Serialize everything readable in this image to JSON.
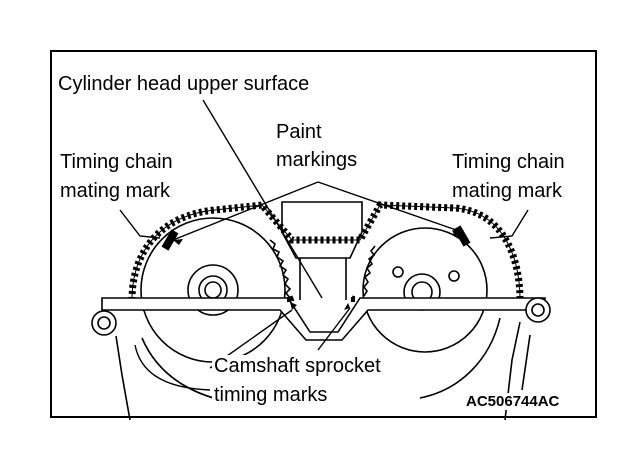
{
  "figure_code": "AC506744AC",
  "labels": {
    "cylinder_head": "Cylinder head upper surface",
    "paint_1": "Paint",
    "paint_2": "markings",
    "tcm_left_1": "Timing chain",
    "tcm_left_2": "mating mark",
    "tcm_right_1": "Timing chain",
    "tcm_right_2": "mating mark",
    "camshaft_1": "Camshaft sprocket",
    "camshaft_2": "timing marks"
  },
  "colors": {
    "line": "#000000",
    "background": "#ffffff"
  }
}
